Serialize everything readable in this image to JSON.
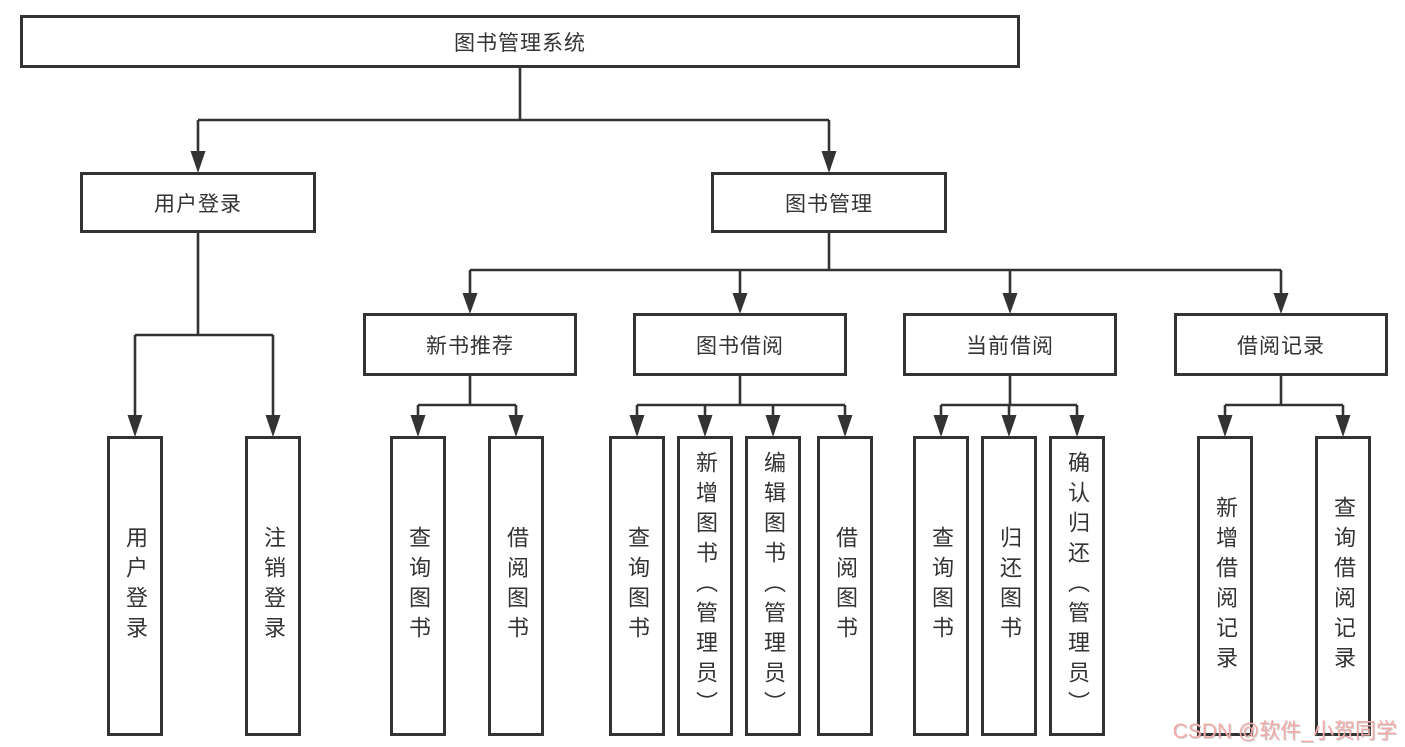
{
  "nodes": {
    "root": {
      "label": "图书管理系统"
    },
    "branches": [
      {
        "label": "用户登录",
        "children": [
          {
            "label": "用户登录"
          },
          {
            "label": "注销登录"
          }
        ]
      },
      {
        "label": "图书管理",
        "children": [
          {
            "label": "新书推荐",
            "children": [
              {
                "label": "查询图书"
              },
              {
                "label": "借阅图书"
              }
            ]
          },
          {
            "label": "图书借阅",
            "children": [
              {
                "label": "查询图书"
              },
              {
                "label": "新增图书（管理员）"
              },
              {
                "label": "编辑图书（管理员）"
              },
              {
                "label": "借阅图书"
              }
            ]
          },
          {
            "label": "当前借阅",
            "children": [
              {
                "label": "查询图书"
              },
              {
                "label": "归还图书"
              },
              {
                "label": "确认归还（管理员）"
              }
            ]
          },
          {
            "label": "借阅记录",
            "children": [
              {
                "label": "新增借阅记录"
              },
              {
                "label": "查询借阅记录"
              }
            ]
          }
        ]
      }
    ]
  },
  "watermark": {
    "text": "CSDN @软件_小贺同学",
    "color": "#f2aba8"
  },
  "colors": {
    "line": "#333333",
    "box_border": "#333333",
    "text": "#333333",
    "background": "#ffffff"
  }
}
